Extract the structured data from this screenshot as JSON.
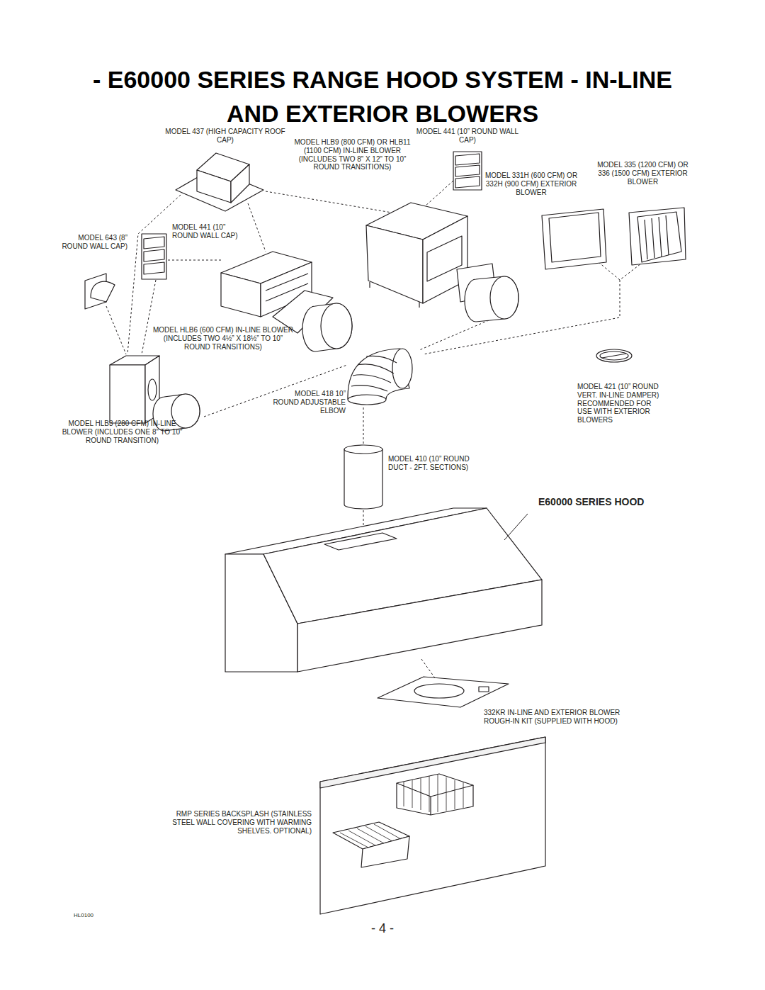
{
  "diagram": {
    "title": "- E60000 SERIES RANGE HOOD SYSTEM - IN-LINE AND EXTERIOR BLOWERS",
    "labels": [
      "MODEL 437 (HIGH CAPACITY ROOF CAP)",
      "MODEL HLB9 (800 CFM) OR HLB11 (1100 CFM) IN-LINE BLOWER (INCLUDES TWO 8” X 12” TO 10” ROUND TRANSITIONS)",
      "MODEL 441 (10” ROUND WALL CAP)",
      "MODEL 331H (600 CFM) OR 332H (900 CFM) EXTERIOR BLOWER",
      "MODEL 335 (1200 CFM) OR 336 (1500 CFM) EXTERIOR BLOWER",
      "MODEL 643 (8” ROUND WALL CAP)",
      "MODEL 441 (10” ROUND WALL CAP)",
      "MODEL HLB6 (600 CFM) IN-LINE BLOWER (INCLUDES TWO 4½” X 18½” TO 10” ROUND TRANSITIONS)",
      "MODEL 418 10” ROUND ADJUSTABLE ELBOW",
      "MODEL 421 (10” ROUND VERT. IN-LINE DAMPER) RECOMMENDED FOR USE WITH EXTERIOR BLOWERS",
      "MODEL HLB3 (280 CFM) IN-LINE BLOWER (INCLUDES ONE 8” TO 10” ROUND TRANSITION)",
      "MODEL 410 (10” ROUND DUCT - 2FT. SECTIONS)",
      "E60000 SERIES HOOD",
      "332KR IN-LINE AND EXTERIOR BLOWER ROUGH-IN KIT (SUPPLIED WITH HOOD)",
      "RMP SERIES BACKSPLASH (STAINLESS STEEL WALL COVERING WITH WARMING SHELVES. OPTIONAL)",
      "HL0100",
      "- 4 -"
    ]
  }
}
